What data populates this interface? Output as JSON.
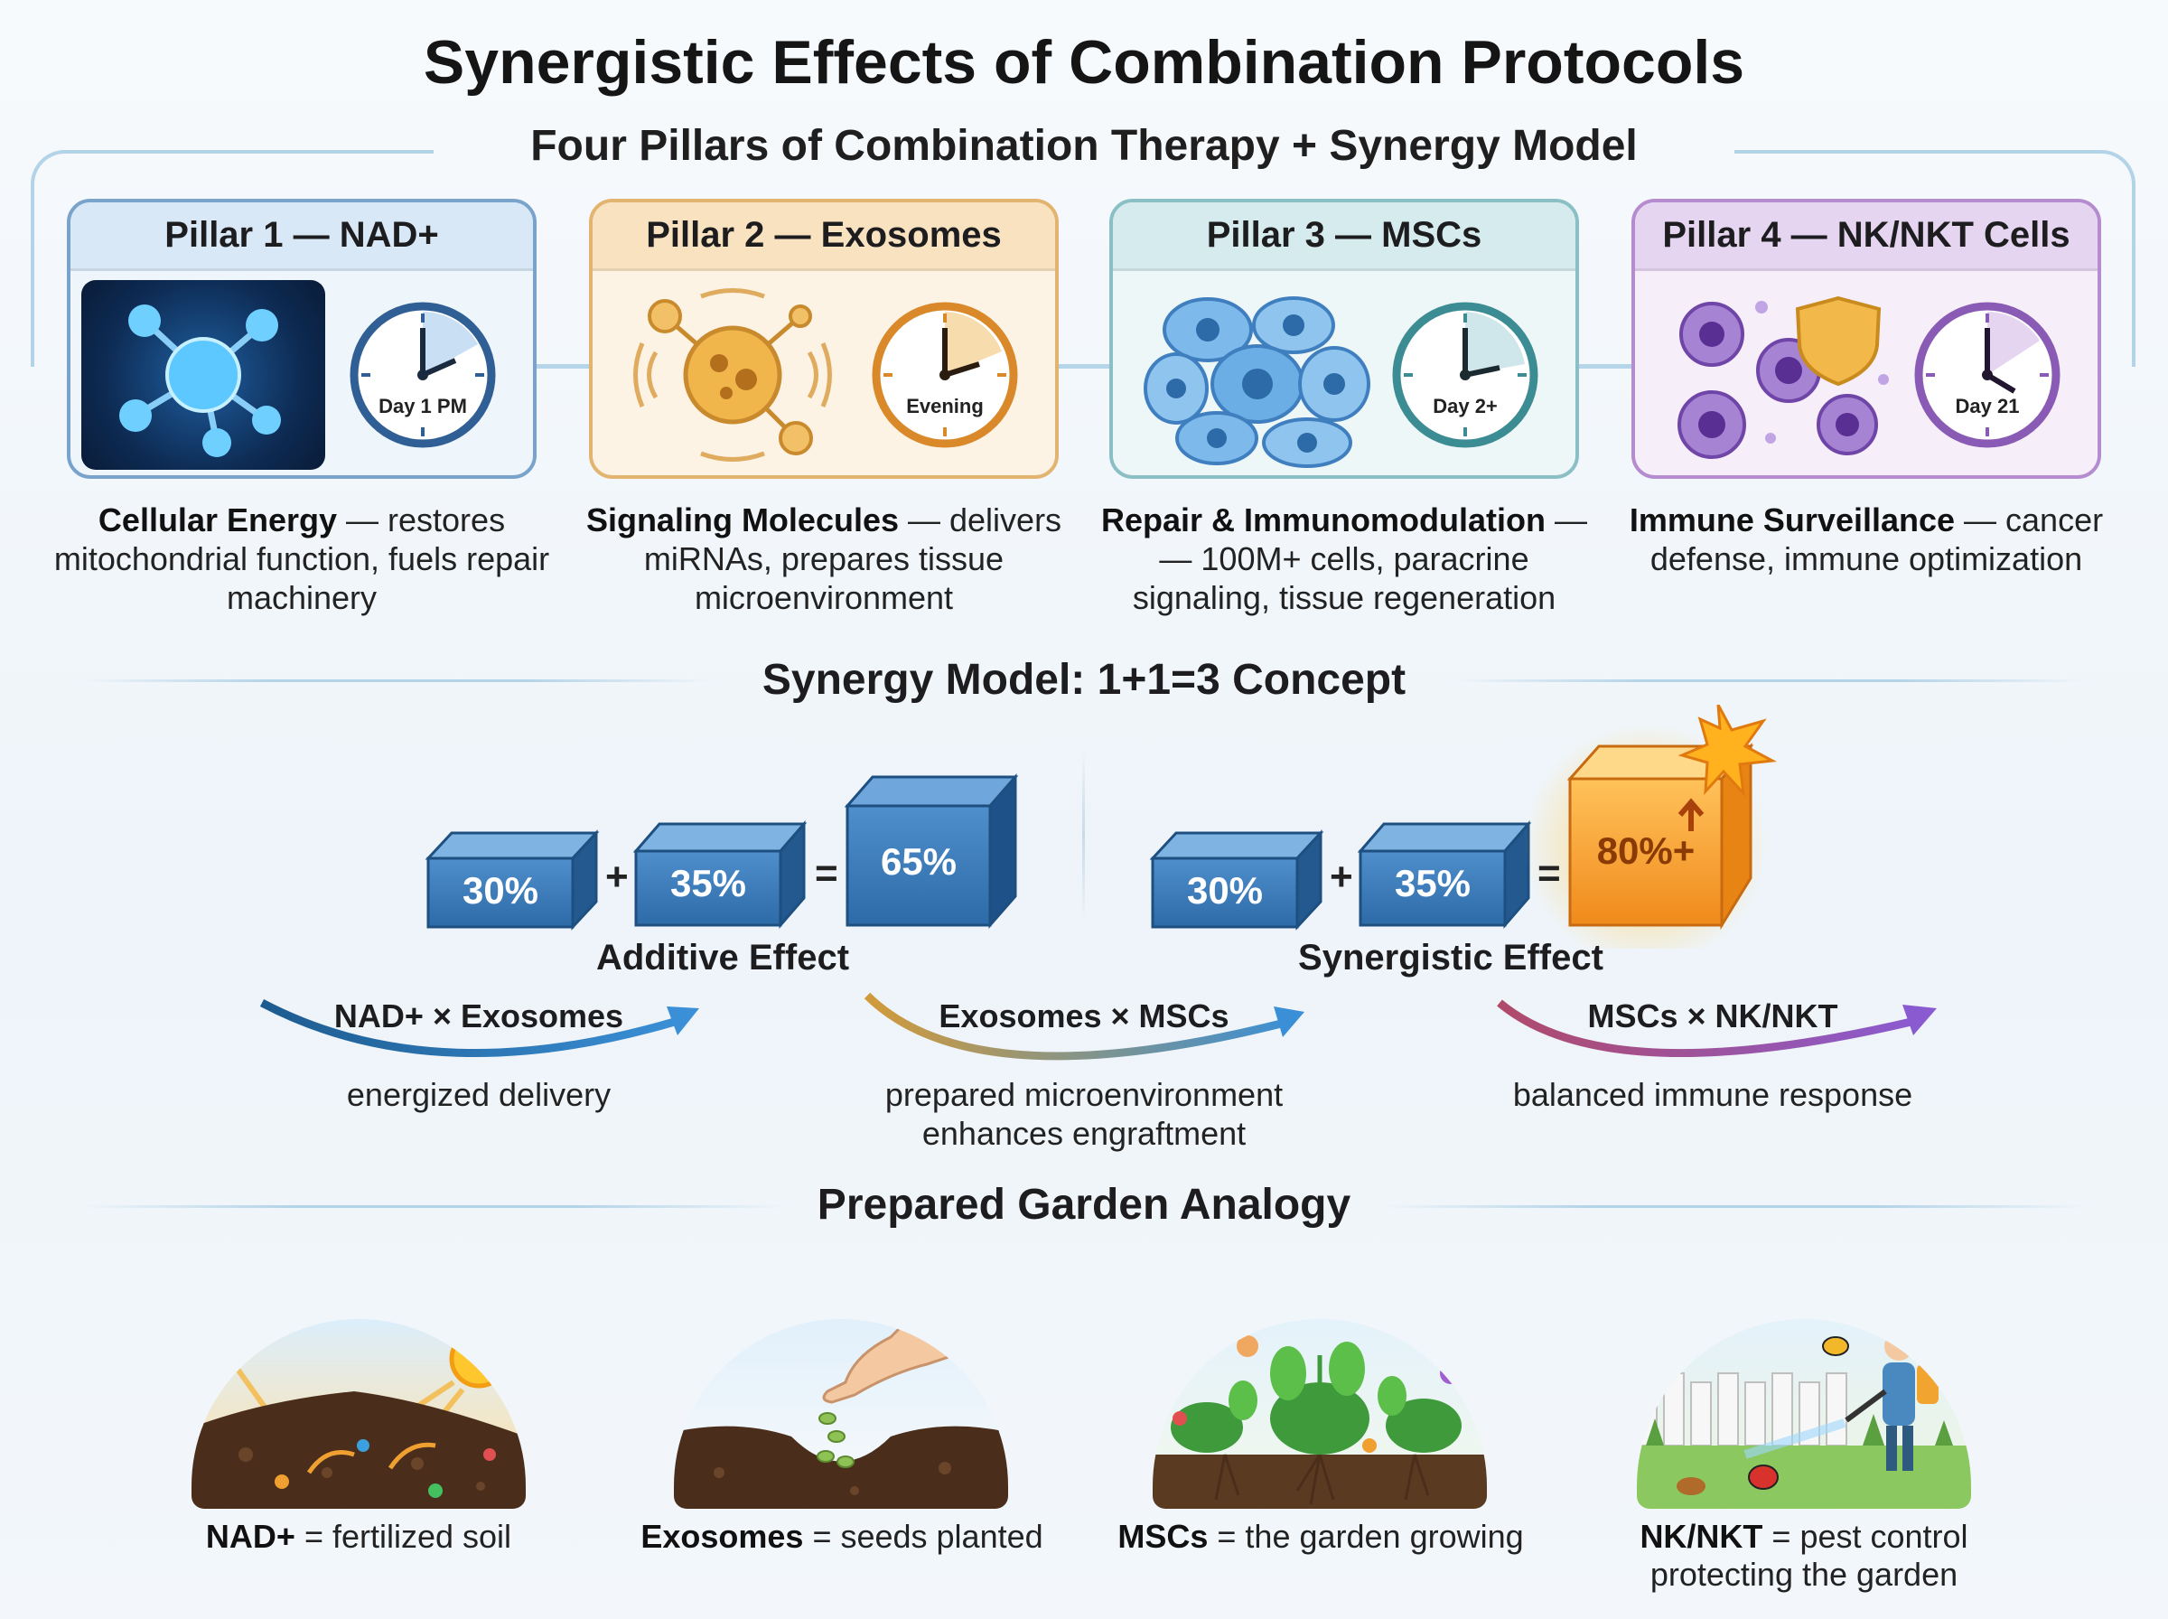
{
  "title": "Synergistic Effects of Combination Protocols",
  "subtitle": "Four Pillars of Combination Therapy + Synergy Model",
  "pillars": [
    {
      "heading": "Pillar 1 — NAD+",
      "time": "Day 1 PM",
      "desc_bold": "Cellular Energy",
      "desc_rest": " — restores mitochondrial function, fuels repair machinery",
      "color": "#7aa3cc",
      "icon": "molecule-icon"
    },
    {
      "heading": "Pillar 2 — Exosomes",
      "time": "Evening",
      "desc_bold": "Signaling Molecules",
      "desc_rest": " — delivers miRNAs, prepares tissue microenvironment",
      "color": "#e3b470",
      "icon": "exosome-icon"
    },
    {
      "heading": "Pillar 3 — MSCs",
      "time": "Day 2+",
      "desc_bold": "Repair & Immunomodulation",
      "desc_rest": " — — 100M+ cells, paracrine signaling, tissue regeneration",
      "color": "#8bbfc6",
      "icon": "cells-icon"
    },
    {
      "heading": "Pillar 4 — NK/NKT Cells",
      "time": "Day 21",
      "desc_bold": "Immune Surveillance",
      "desc_rest": " — cancer defense, immune optimization",
      "color": "#b48ccf",
      "icon": "immune-cells-icon"
    }
  ],
  "synergy": {
    "heading": "Synergy Model: 1+1=3 Concept",
    "additive": {
      "a": "30%",
      "b": "35%",
      "result": "65%",
      "plus": "+",
      "equals": "=",
      "label": "Additive Effect"
    },
    "synergistic": {
      "a": "30%",
      "b": "35%",
      "result": "80%+",
      "plus": "+",
      "equals": "=",
      "label": "Synergistic Effect"
    },
    "interactions": [
      {
        "pair": "NAD+ × Exosomes",
        "effect": "energized delivery"
      },
      {
        "pair": "Exosomes × MSCs",
        "effect": "prepared microenvironment enhances engraftment"
      },
      {
        "pair": "MSCs × NK/NKT",
        "effect": "balanced immune response"
      }
    ]
  },
  "garden": {
    "heading": "Prepared Garden Analogy",
    "items": [
      {
        "term": "NAD+",
        "meaning": " = fertilized soil",
        "icon": "fertilized-soil-icon"
      },
      {
        "term": "Exosomes",
        "meaning": " = seeds planted",
        "icon": "seeds-planted-icon"
      },
      {
        "term": "MSCs",
        "meaning": " = the garden growing",
        "icon": "garden-growing-icon"
      },
      {
        "term": "NK/NKT",
        "meaning": " = pest control protecting the garden",
        "icon": "pest-control-icon"
      }
    ]
  }
}
